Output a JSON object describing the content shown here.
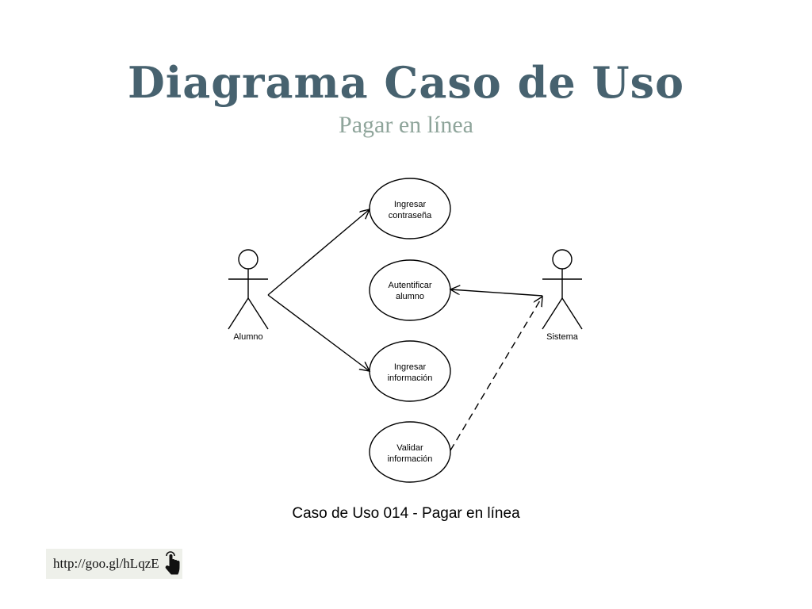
{
  "header": {
    "title": "Diagrama Caso de Uso",
    "subtitle": "Pagar en línea"
  },
  "diagram": {
    "actors": [
      {
        "id": "alumno",
        "label": "Alumno"
      },
      {
        "id": "sistema",
        "label": "Sistema"
      }
    ],
    "use_cases": [
      {
        "id": "ingresar-contrasena",
        "line1": "Ingresar",
        "line2": "contraseña"
      },
      {
        "id": "autentificar-alumno",
        "line1": "Autentificar",
        "line2": "alumno"
      },
      {
        "id": "ingresar-informacion",
        "line1": "Ingresar",
        "line2": "información"
      },
      {
        "id": "validar-informacion",
        "line1": "Validar",
        "line2": "información"
      }
    ],
    "relations": [
      {
        "from": "alumno",
        "to": "ingresar-contrasena",
        "style": "solid"
      },
      {
        "from": "alumno",
        "to": "ingresar-informacion",
        "style": "solid"
      },
      {
        "from": "sistema",
        "to": "autentificar-alumno",
        "style": "solid"
      },
      {
        "from": "validar-informacion",
        "to": "sistema",
        "style": "dashed"
      }
    ]
  },
  "caption": "Caso de Uso 014 - Pagar en línea",
  "footer": {
    "link_text": "http://goo.gl/hLqzE",
    "icon": "hand-pointer-icon"
  },
  "colors": {
    "title": "#47626f",
    "subtitle": "#8fa59b",
    "link_background": "#eef0ea"
  }
}
